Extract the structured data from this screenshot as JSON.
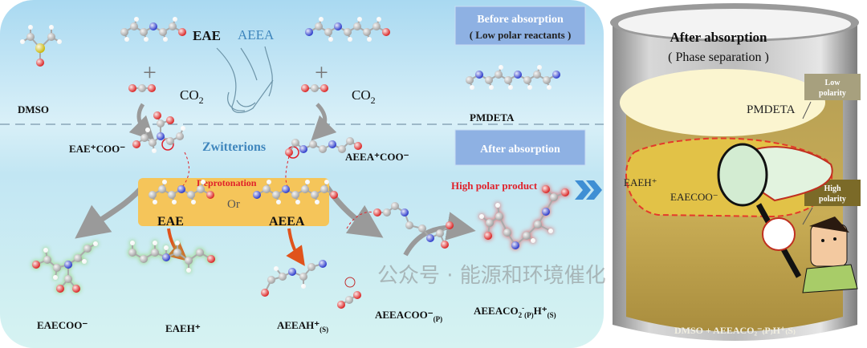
{
  "left_panel": {
    "before_box": {
      "line1": "Before absorption",
      "line2": "( Low polar reactants )"
    },
    "after_box": "After absorption",
    "reactants": {
      "eae": "EAE",
      "aeea": "AEEA",
      "plus": "+",
      "co2": "CO",
      "co2_sub": "2",
      "dmso": "DMSO",
      "pmdeta": "PMDETA"
    },
    "zwitterions": {
      "label": "Zwitterions",
      "eae_coo": "EAE⁺COO⁻",
      "aeea_coo": "AEEA⁺COO⁻"
    },
    "deprotonation": {
      "label": "Deprotonation",
      "or": "Or",
      "eae": "EAE",
      "aeea": "AEEA"
    },
    "products": {
      "high_polar": "High polar product",
      "eaecoo": "EAECOO⁻",
      "eaeh": "EAEH⁺",
      "aeeah": "AEEAH⁺",
      "aeeah_sub": "(S)",
      "aeeacoo": "AEEACOO⁻",
      "aeeacoo_sub": "(P)",
      "aeeaco2": "AEEACO",
      "aeeaco2_sub": "2",
      "aeeaco2_sup": "-",
      "aeeaco2_p": "(P)",
      "aeeaco2_h": "H⁺",
      "aeeaco2_s": "(S)"
    }
  },
  "beaker": {
    "title": "After absorption",
    "subtitle": "( Phase separation )",
    "pmdeta": "PMDETA",
    "low_polarity": {
      "line1": "Low",
      "line2": "polarity"
    },
    "high_polarity": {
      "line1": "High",
      "line2": "polarity"
    },
    "eaeh": "EAEH⁺",
    "eaecoo": "EAECOO⁻",
    "bottom": "DMSO  +  AEEACO₂⁻₍P₎H⁺₍S₎"
  },
  "watermark": "公众号 · 能源和环境催化",
  "colors": {
    "box_blue": "#8eb1e3",
    "yellow_box": "#f5c55a",
    "red_text": "#e0202a",
    "blue_text": "#3f86bd",
    "arrow_gray": "#9a9a9a",
    "arrow_orange": "#e0531c"
  }
}
